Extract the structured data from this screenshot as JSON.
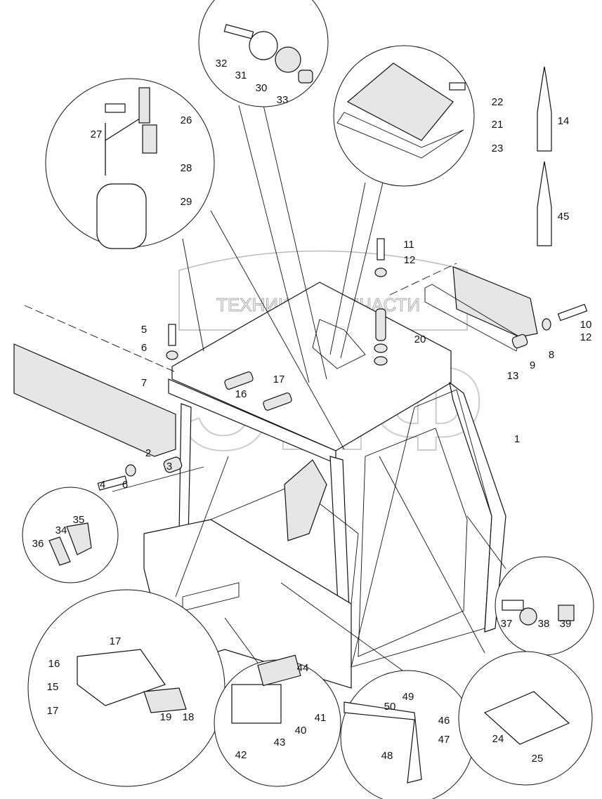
{
  "diagram": {
    "watermark": {
      "left_word": "ТЕХНИКА",
      "right_word": "ЗАПЧАСТИ",
      "logo": "ЭПФ",
      "gear_icon": "gear-icon"
    },
    "callouts": [
      "32",
      "31",
      "30",
      "33",
      "22",
      "21",
      "23",
      "14",
      "45",
      "26",
      "27",
      "28",
      "29",
      "11",
      "12",
      "20",
      "5",
      "6",
      "7",
      "16",
      "17",
      "10",
      "12",
      "8",
      "9",
      "13",
      "1",
      "2",
      "3",
      "4",
      "6",
      "35",
      "34",
      "36",
      "37",
      "38",
      "39",
      "17",
      "16",
      "15",
      "17",
      "19",
      "18",
      "44",
      "41",
      "40",
      "43",
      "42",
      "50",
      "49",
      "46",
      "47",
      "48",
      "24",
      "25"
    ]
  }
}
